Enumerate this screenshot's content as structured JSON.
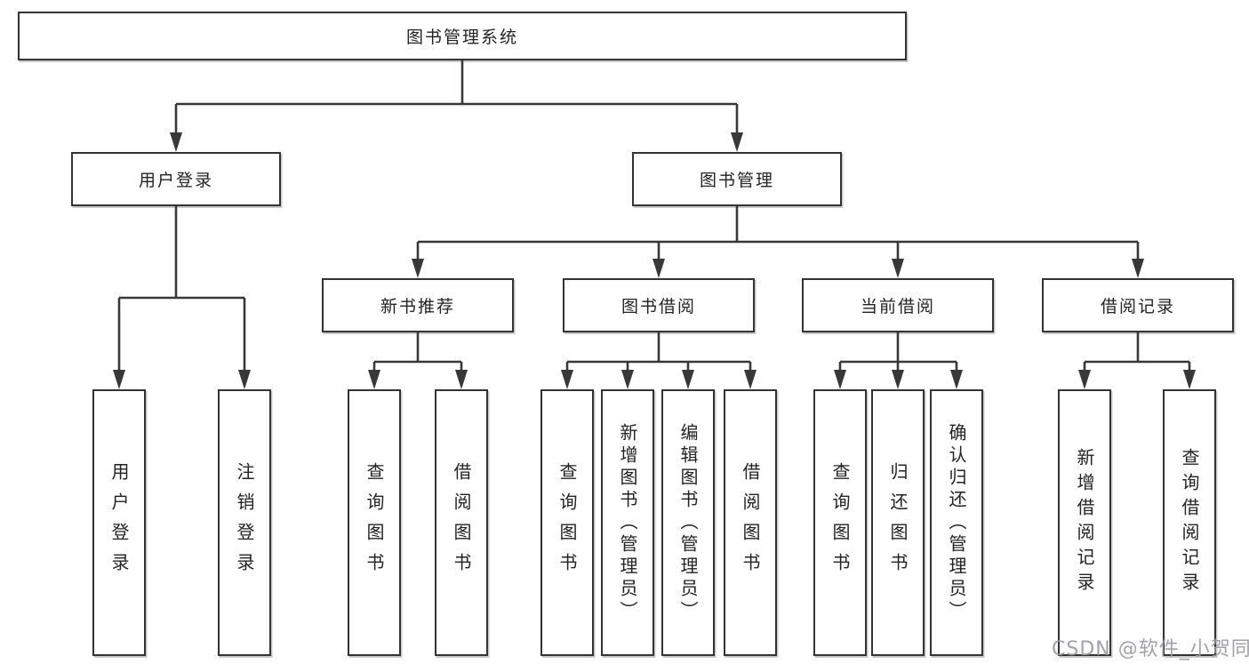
{
  "diagram": {
    "title": "图书管理系统",
    "nodes": {
      "root": "图书管理系统",
      "user_login": "用户登录",
      "book_mgmt": "图书管理",
      "new_book_rec": "新书推荐",
      "book_borrow": "图书借阅",
      "current_borrow": "当前借阅",
      "borrow_record": "借阅记录",
      "leaf_user_login": "用户登录",
      "leaf_logout": "注销登录",
      "leaf_rec_query": "查询图书",
      "leaf_rec_borrow": "借阅图书",
      "leaf_bb_query": "查询图书",
      "leaf_bb_add": "新增图书（管理员）",
      "leaf_bb_edit": "编辑图书（管理员）",
      "leaf_bb_borrow": "借阅图书",
      "leaf_cb_query": "查询图书",
      "leaf_cb_return": "归还图书",
      "leaf_cb_confirm": "确认归还（管理员）",
      "leaf_br_add": "新增借阅记录",
      "leaf_br_query": "查询借阅记录"
    }
  },
  "colors": {
    "line": "#383838",
    "box_border": "#333333",
    "text": "#232323",
    "background": "#ffffff",
    "watermark": "#9a9a9e"
  },
  "watermark": {
    "text": "CSDN @软件_小贺同学"
  }
}
